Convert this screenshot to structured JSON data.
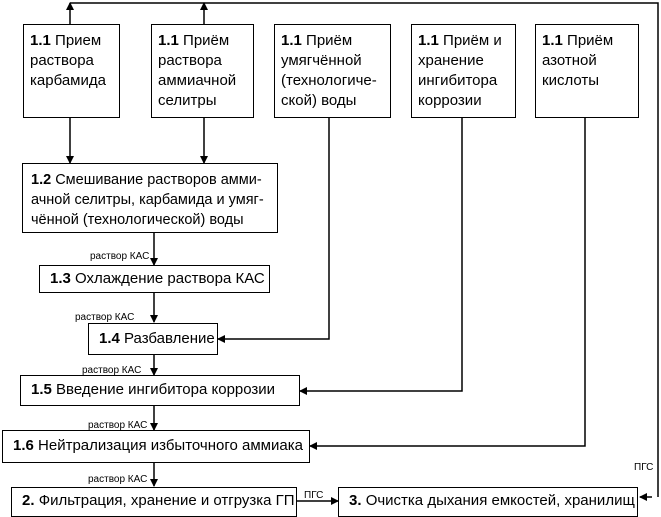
{
  "boxes": {
    "b1": {
      "num": "1.1",
      "text": "Прием раствора карбамида"
    },
    "b2": {
      "num": "1.1",
      "text": "Приём раствора аммиачной селитры"
    },
    "b3": {
      "num": "1.1",
      "text": "Приём умягчённой (технологиче-ской) воды"
    },
    "b4": {
      "num": "1.1",
      "text": "Приём и хранение ингибитора коррозии"
    },
    "b5": {
      "num": "1.1",
      "text": "Приём азотной кислоты"
    },
    "mix": {
      "num": "1.2",
      "text": "Смешивание растворов амми-ачной селитры, карбамида и умяг-чённой  (технологической) воды"
    },
    "cool": {
      "num": "1.3",
      "text": "Охлаждение раствора КАС"
    },
    "dilute": {
      "num": "1.4",
      "text": "Разбавление"
    },
    "inhib": {
      "num": "1.5",
      "text": "Введение ингибитора коррозии"
    },
    "neut": {
      "num": "1.6",
      "text": "Нейтрализация избыточного аммиака"
    },
    "filt": {
      "num": "2.",
      "text": "Фильтрация, хранение и отгрузка ГП"
    },
    "clean": {
      "num": "3.",
      "text": "Очистка дыхания емкостей, хранилищ"
    }
  },
  "labels": {
    "kas1": "раствор КАС",
    "kas2": "раствор КАС",
    "kas3": "раствор КАС",
    "kas4": "раствор КАС",
    "kas5": "раствор КАС",
    "pgs1": "ПГС",
    "pgs2": "ПГС"
  }
}
